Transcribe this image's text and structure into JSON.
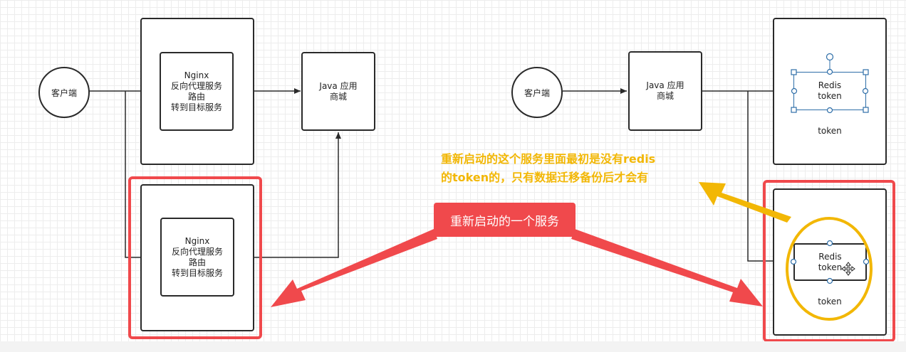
{
  "left_diagram": {
    "client_label": "客户端",
    "nginx_top_label": "Nginx\n反向代理服务\n路由\n转到目标服务",
    "java_label": "Java 应用\n商城",
    "nginx_bottom_label": "Nginx\n反向代理服务\n路由\n转到目标服务"
  },
  "right_diagram": {
    "client_label": "客户端",
    "java_label": "Java 应用\n商城",
    "redis_top_label": "Redis\ntoken",
    "token_top_label": "token",
    "redis_bottom_label": "Redis\ntoken",
    "token_bottom_label": "token"
  },
  "annotations": {
    "callout_label": "重新启动的一个服务",
    "note_text": "重新启动的这个服务里面最初是没有redis\n的token的，只有数据迁移备份后才会有"
  },
  "colors": {
    "highlight_red": "#f0494c",
    "note_yellow": "#f2b705",
    "selection_blue": "#2e6ea8",
    "stroke": "#2a2a2a"
  },
  "icons": {
    "move_cursor": "move-cursor-icon"
  }
}
